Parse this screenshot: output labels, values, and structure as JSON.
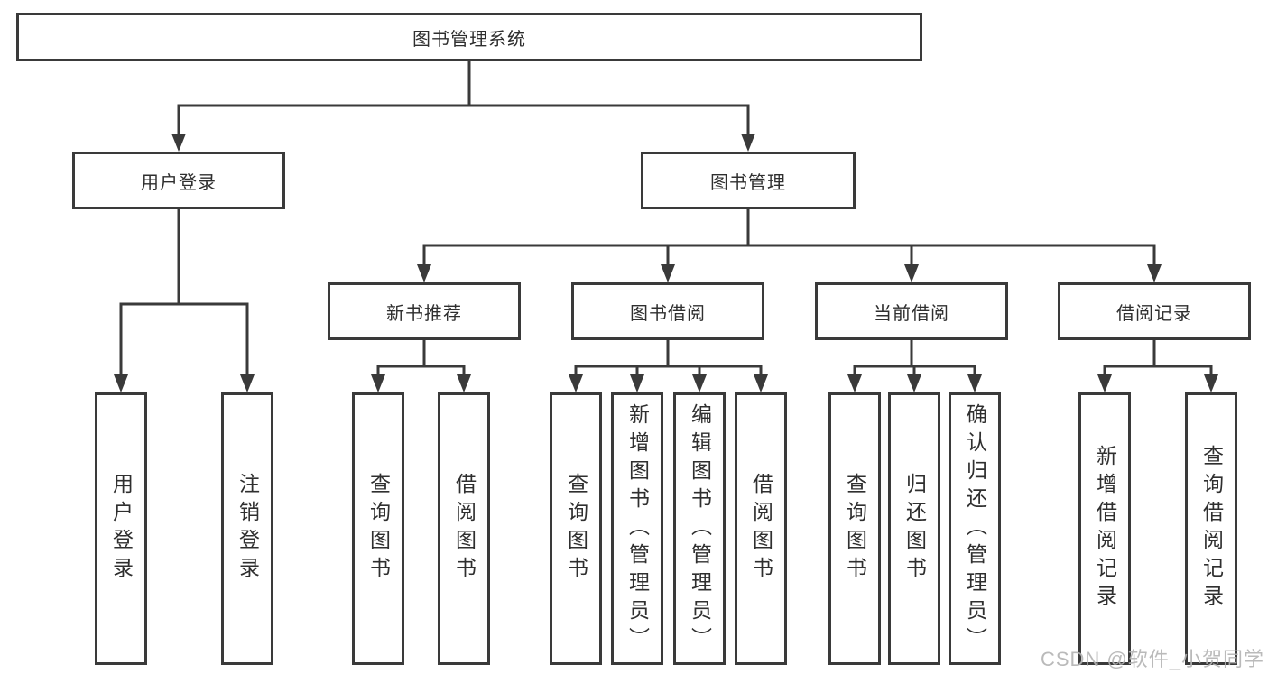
{
  "diagram": {
    "root": {
      "label": "图书管理系统"
    },
    "level2": [
      {
        "label": "用户登录"
      },
      {
        "label": "图书管理"
      }
    ],
    "level3": [
      {
        "label": "新书推荐",
        "parent": "图书管理"
      },
      {
        "label": "图书借阅",
        "parent": "图书管理"
      },
      {
        "label": "当前借阅",
        "parent": "图书管理"
      },
      {
        "label": "借阅记录",
        "parent": "图书管理"
      }
    ],
    "leaves": [
      {
        "label": "用户登录",
        "parent": "用户登录"
      },
      {
        "label": "注销登录",
        "parent": "用户登录"
      },
      {
        "label": "查询图书",
        "parent": "新书推荐"
      },
      {
        "label": "借阅图书",
        "parent": "新书推荐"
      },
      {
        "label": "查询图书",
        "parent": "图书借阅"
      },
      {
        "label": "新增图书（管理员）",
        "parent": "图书借阅"
      },
      {
        "label": "编辑图书（管理员）",
        "parent": "图书借阅"
      },
      {
        "label": "借阅图书",
        "parent": "图书借阅"
      },
      {
        "label": "查询图书",
        "parent": "当前借阅"
      },
      {
        "label": "归还图书",
        "parent": "当前借阅"
      },
      {
        "label": "确认归还（管理员）",
        "parent": "当前借阅"
      },
      {
        "label": "新增借阅记录",
        "parent": "借阅记录"
      },
      {
        "label": "查询借阅记录",
        "parent": "借阅记录"
      }
    ],
    "watermark": "CSDN @软件_小贺同学",
    "colors": {
      "line": "#3a3a3a",
      "border": "#3a3a3a",
      "text": "#2f2f2f",
      "background": "#ffffff",
      "watermark": "#b3b3b3"
    }
  }
}
